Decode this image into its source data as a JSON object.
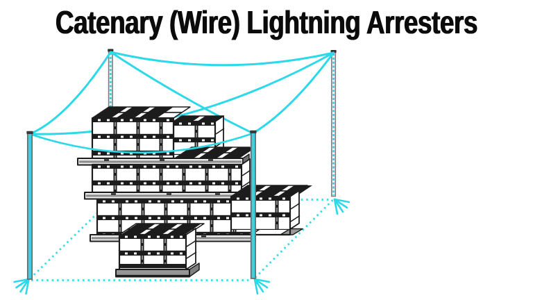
{
  "title": "Catenary (Wire) Lightning Arresters",
  "colors": {
    "accent_cyan": "#2bd9e8",
    "pole_cyan": "#3fcfe0",
    "ink": "#1c1c1c",
    "background": "#ffffff"
  },
  "diagram": {
    "masts": [
      "mast-back-left",
      "mast-back-right",
      "mast-front-left",
      "mast-front-right"
    ],
    "wires": [
      "back-left to back-right",
      "back-left to front-left",
      "back-left to front-right",
      "back-right to front-left",
      "back-right to front-right",
      "front-left to front-right"
    ],
    "ground_outline": "dotted-rectangle-with-arrows-at-mast-bases",
    "stacks": [
      "top-stack",
      "top-stack-rear",
      "middle-stack",
      "lower-stack",
      "right-stack",
      "front-stack"
    ]
  }
}
